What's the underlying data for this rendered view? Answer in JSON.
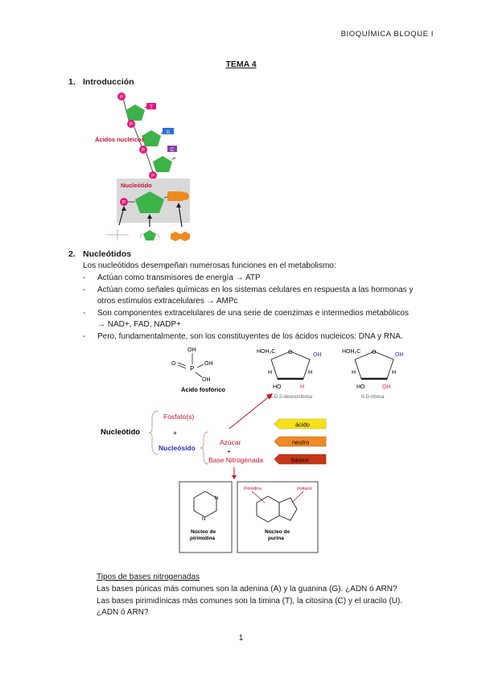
{
  "header": {
    "running_title": "BIOQUÍMICA BLOQUE I"
  },
  "title": "TEMA 4",
  "sections": [
    {
      "number": "1.",
      "title": "Introducción"
    },
    {
      "number": "2.",
      "title": "Nucleótidos"
    }
  ],
  "figure1": {
    "label_acidos": "Ácidos nucleicos",
    "label_nucleotido": "Nucleótido",
    "phosphate_letter": "P",
    "bases": [
      "T",
      "G",
      "C"
    ]
  },
  "intro": "Los nucleótidos desempeñan numerosas funciones en el metabolismo:",
  "bullets": [
    {
      "lines": [
        "Actúan como transmisores de energía → ATP"
      ]
    },
    {
      "lines": [
        "Actúan como señales químicas en los sistemas celulares en respuesta a las hormonas y",
        "otros estímulos extracelulares → AMPc"
      ]
    },
    {
      "lines": [
        "Son componentes extracelulares de una serie de coenzimas e intermedios metabólicos",
        "→ NAD+, FAD, NADP+"
      ]
    },
    {
      "lines": [
        "Pero, fundamentalmente, son los constituyentes de los ácidos nucleicos: DNA y RNA."
      ]
    }
  ],
  "figure2": {
    "acido_fosforico": "Ácido fosfórico",
    "desoxirribosa": "ß-D-2-desoxirribosa",
    "ribosa": "ß-D-ribosa",
    "nucleotido": "Nucleótido",
    "fosfato": "Fosfato(s)",
    "plus": "+",
    "nucleosido": "Nucleósido",
    "azucar": "Azúcar",
    "base_nitrogenada": "Base Nitrogenada",
    "tags": [
      "ácido",
      "neutro",
      "básico"
    ],
    "nucleo_pirimidina": [
      "Núcleo de",
      "pirimidina"
    ],
    "nucleo_purina": [
      "Núcleo de",
      "purina"
    ],
    "pirimidina_label": "Pirimidina",
    "imidazol_label": "Imidazol",
    "hoh2c": "HOH₂C",
    "oh": "OH",
    "ho": "HO",
    "h": "H",
    "o": "O"
  },
  "subheading": "Tipos de bases nitrogenadas",
  "paragraphs": [
    [
      "Las bases púricas más comunes son la adenina (A) y la guanina (G). ¿ADN ó ARN?"
    ],
    [
      "Las bases pirimidínicas más comunes son la timina (T), la citosina (C) y el uracilo (U).",
      "¿ADN ó ARN?"
    ]
  ],
  "page_number": "1",
  "colors": {
    "green": "#3cb44a",
    "magenta": "#e8177d",
    "blue": "#2a6fd0",
    "purple": "#8b3fa8",
    "orange": "#ef8a1e",
    "red_text": "#c8102e",
    "tag_yellow": "#f7e11a",
    "tag_orange": "#f08a24",
    "tag_red": "#c6371a"
  }
}
